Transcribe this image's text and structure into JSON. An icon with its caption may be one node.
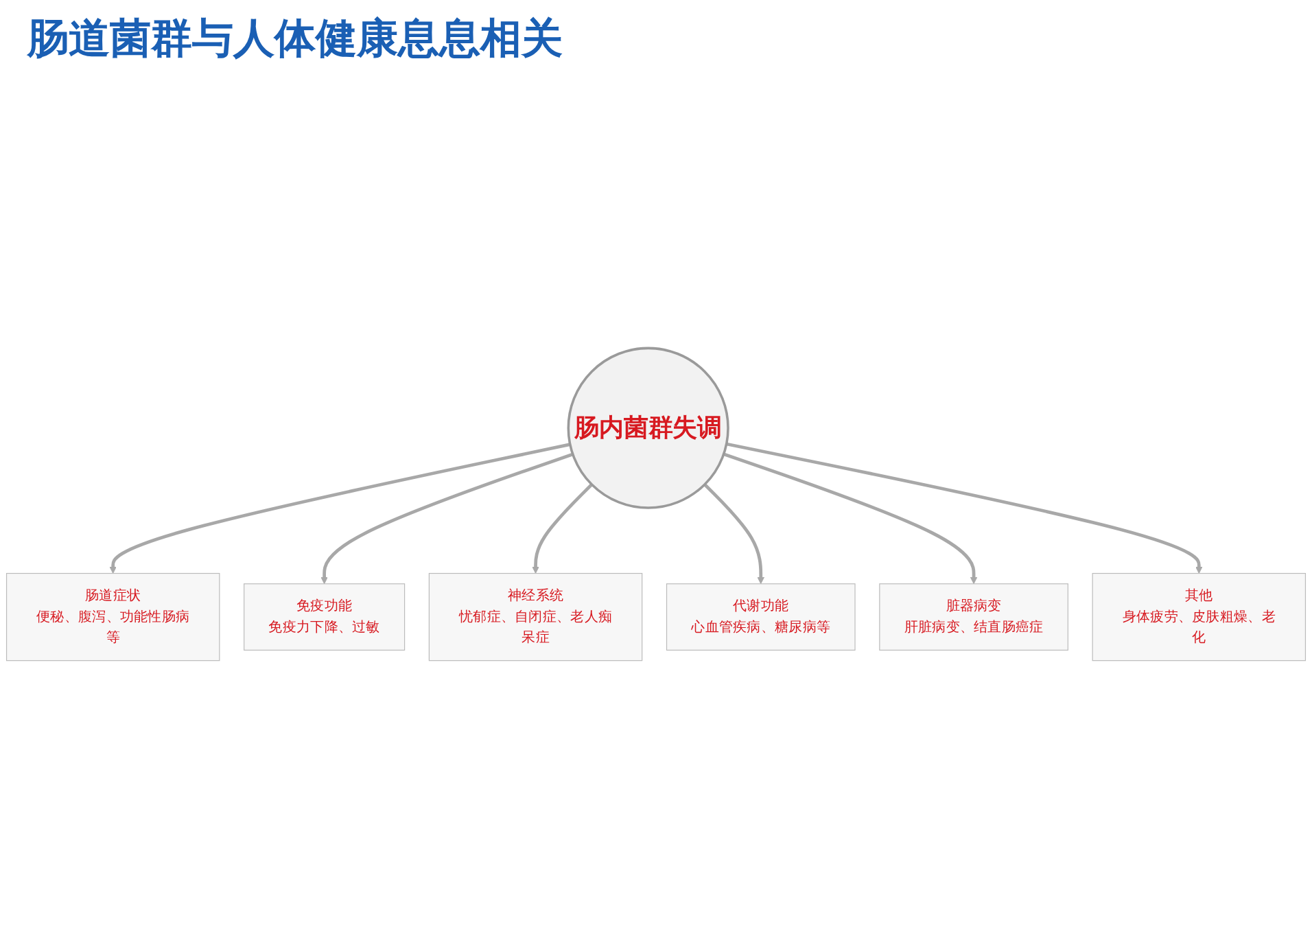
{
  "diagram": {
    "title": "肠道菌群与人体健康息息相关",
    "nodes": [
      {
        "text": [
          "肠内菌群失调"
        ]
      },
      {
        "text": [
          "肠道症状",
          "便秘、腹泻、功能性肠病等"
        ]
      },
      {
        "text": [
          "免疫功能",
          "免疫力下降、过敏"
        ]
      },
      {
        "text": [
          "神经系统",
          "忧郁症、自闭症、老人痴呆症"
        ]
      },
      {
        "text": [
          "代谢功能",
          "心血管疾病、糖尿病等"
        ]
      },
      {
        "text": [
          "脏器病变",
          "肝脏病变、结直肠癌症"
        ]
      },
      {
        "text": [
          "其他",
          "身体疲劳、皮肤粗燥、老化"
        ]
      }
    ],
    "edges": [
      {
        "from": 0,
        "to": 1,
        "arrow": "to"
      },
      {
        "from": 0,
        "to": 2,
        "arrow": "to"
      },
      {
        "from": 0,
        "to": 3,
        "arrow": "to"
      },
      {
        "from": 0,
        "to": 4,
        "arrow": "to"
      },
      {
        "from": 0,
        "to": 5,
        "arrow": "to"
      },
      {
        "from": 0,
        "to": 6,
        "arrow": "to"
      }
    ]
  }
}
